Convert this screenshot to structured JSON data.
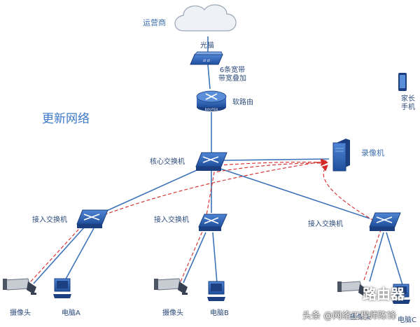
{
  "title": "更新网络",
  "nodes": {
    "isp": "运营商",
    "optical_modem": "光猫",
    "bandwidth_line1": "6条宽带",
    "bandwidth_line2": "带宽叠加",
    "soft_router": "软路由",
    "router_badge": "ROUTER",
    "core_switch": "核心交换机",
    "recorder": "录像机",
    "parent_phone_line1": "家长",
    "parent_phone_line2": "手机",
    "access_switch_1": "接入交换机",
    "access_switch_2": "接入交换机",
    "access_switch_3": "接入交换机",
    "camera_1": "摄像头",
    "pc_a": "电脑A",
    "camera_2": "摄像头",
    "pc_b": "电脑B",
    "camera_3": "摄像头",
    "pc_c": "电脑C"
  },
  "watermark": {
    "text": "头条 @网络工程师陈锋",
    "logo": "路由器"
  },
  "colors": {
    "link": "#3d74b8",
    "flow": "#d42a2a",
    "device": "#2f62b3",
    "device_dark": "#1b3f80"
  }
}
